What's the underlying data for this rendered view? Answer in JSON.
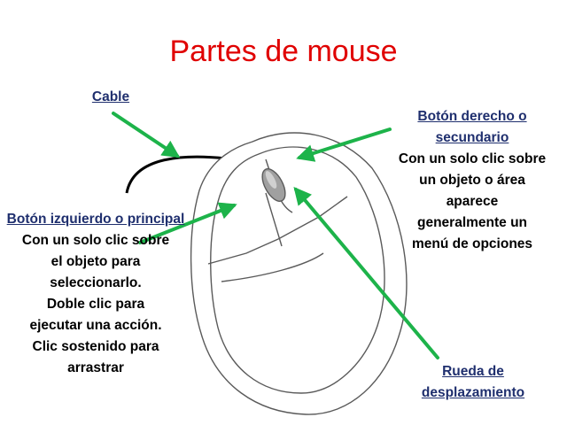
{
  "title": "Partes de mouse",
  "labels": {
    "cable": {
      "heading": "Cable"
    },
    "right_button": {
      "heading": "Botón derecho o secundario",
      "description": "Con un solo clic sobre\nun objeto o área\naparece\ngeneralmente un\nmenú de opciones"
    },
    "left_button": {
      "heading": "Botón izquierdo o principal",
      "description": "Con un solo clic sobre\nel objeto para\nseleccionarlo.\nDoble clic para\nejecutar una acción.\nClic sostenido para\narrastrar"
    },
    "scroll_wheel": {
      "heading": "Rueda de desplazamiento"
    }
  },
  "colors": {
    "title": "#e00000",
    "heading": "#1f2f6e",
    "arrow": "#1db34a",
    "outline": "#5a5a5a"
  }
}
